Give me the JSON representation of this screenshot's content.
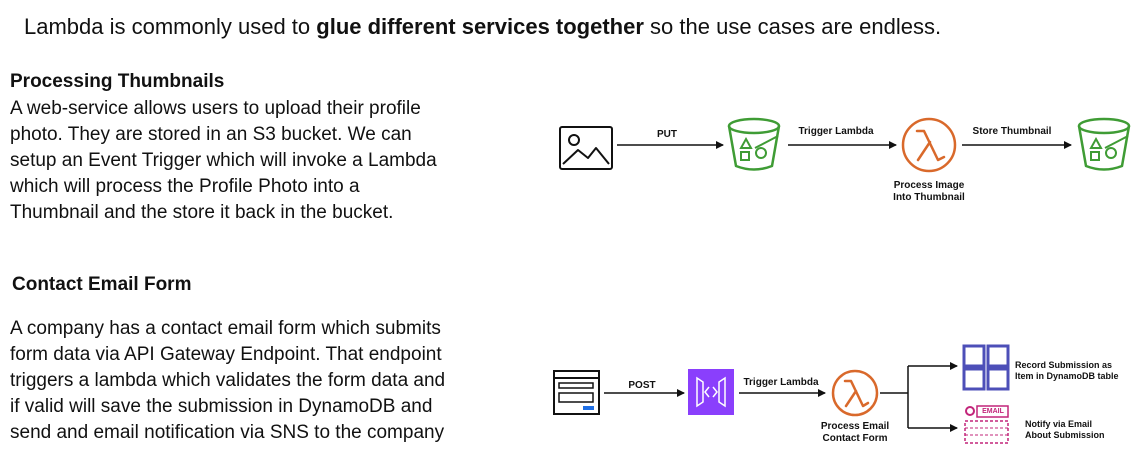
{
  "headline": {
    "prefix": "Lambda is commonly used to ",
    "bold": "glue different services together",
    "suffix": " so the use cases are endless."
  },
  "section1": {
    "title": "Processing Thumbnails",
    "lines": [
      "A web-service allows users to upload their profile",
      "photo. They are stored in an S3 bucket. We can",
      "setup an Event Trigger which will invoke a Lambda",
      "which will process the Profile Photo into a",
      "Thumbnail and the store it back in the bucket."
    ],
    "diagram": {
      "put_label": "PUT",
      "trigger_label": "Trigger Lambda",
      "store_label": "Store Thumbnail",
      "process_label_line1": "Process Image",
      "process_label_line2": "Into Thumbnail"
    }
  },
  "section2": {
    "title": "Contact Email Form",
    "lines": [
      "A company has a contact email form which submits",
      "form data via API Gateway Endpoint. That endpoint",
      "triggers a lambda which validates the form data and",
      "if valid will save the submission in DynamoDB and",
      "send and email notification via SNS to the company"
    ],
    "diagram": {
      "post_label": "POST",
      "trigger_label": "Trigger Lambda",
      "process_label_line1": "Process Email",
      "process_label_line2": "Contact Form",
      "record_label_line1": "Record Submission as",
      "record_label_line2": "Item in DynamoDB table",
      "notify_label_line1": "Notify via Email",
      "notify_label_line2": "About Submission",
      "email_icon_text": "EMAIL"
    }
  },
  "colors": {
    "s3_green": "#3f9c35",
    "lambda_orange": "#d9692b",
    "api_purple": "#8a3ffc",
    "dynamo_purple": "#4d4fb8",
    "sns_magenta": "#c2257a",
    "form_blue": "#1f6fe5"
  }
}
